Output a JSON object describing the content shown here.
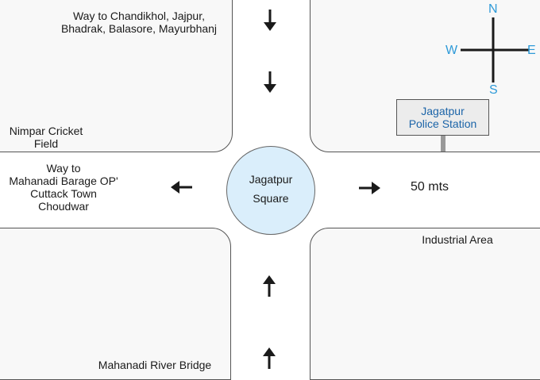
{
  "blocks": {
    "top_left": {
      "road_label_lines": [
        "Way to Chandikhol, Jajpur,",
        "Bhadrak, Balasore, Mayurbhanj"
      ],
      "landmark_lines": [
        "Nimpar Cricket",
        "Field"
      ]
    },
    "top_right": {
      "police_station_lines": [
        "Jagatpur",
        "Police Station"
      ]
    },
    "bottom_left": {
      "landmark": "Mahanadi River Bridge"
    },
    "bottom_right": {
      "landmark": "Industrial Area"
    }
  },
  "west_road": {
    "label_lines": [
      "Way to",
      "Mahanadi Barage OP'",
      "Cuttack Town",
      "Choudwar"
    ]
  },
  "east_road": {
    "distance": "50 mts"
  },
  "center": {
    "lines": [
      "Jagatpur",
      "Square"
    ]
  },
  "compass": {
    "north": "N",
    "south": "S",
    "east": "E",
    "west": "W",
    "color": "#2e9ad8"
  },
  "colors": {
    "block_fill": "#f8f8f8",
    "circle_fill": "#daeefb",
    "police_text": "#1b64a8"
  }
}
